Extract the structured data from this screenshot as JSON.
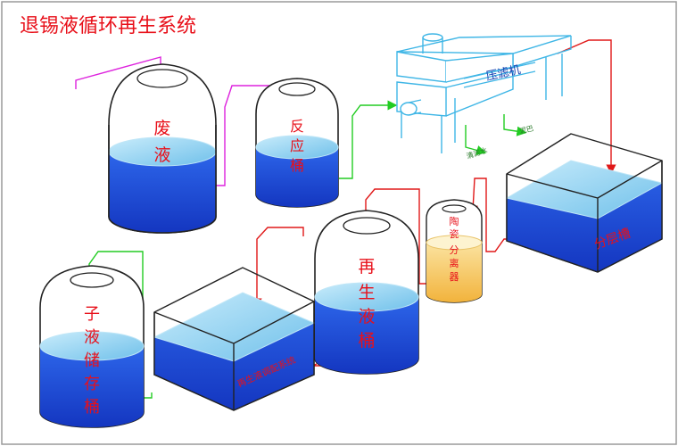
{
  "title": "退锡液循环再生系统",
  "labels": {
    "waste_tank": [
      "废",
      "液"
    ],
    "reaction_tank": [
      "反",
      "应",
      "桶"
    ],
    "filter_press": "压滤机",
    "sludge": "泥巴",
    "filtrate": "清滤水",
    "layer_tank": "分层槽",
    "ceramic_separator": [
      "陶",
      "瓷",
      "分",
      "离",
      "器"
    ],
    "regen_tank": [
      "再",
      "生",
      "液",
      "桶"
    ],
    "adjust_system": "再生液调配系统",
    "sub_tank": [
      "子",
      "液",
      "储",
      "存",
      "桶"
    ]
  },
  "colors": {
    "liquid_dark": "#1a4fd8",
    "liquid_light": "#7fc8ee",
    "label_red": "#e8101a",
    "outline": "#222222",
    "filter_press": "#3fb6e6",
    "pipe_red": "#e01818",
    "pipe_green": "#22cc22",
    "pipe_magenta": "#dd22dd",
    "ceramic_fill": "#f7c65c",
    "frame_border": "#9a9a9a"
  }
}
